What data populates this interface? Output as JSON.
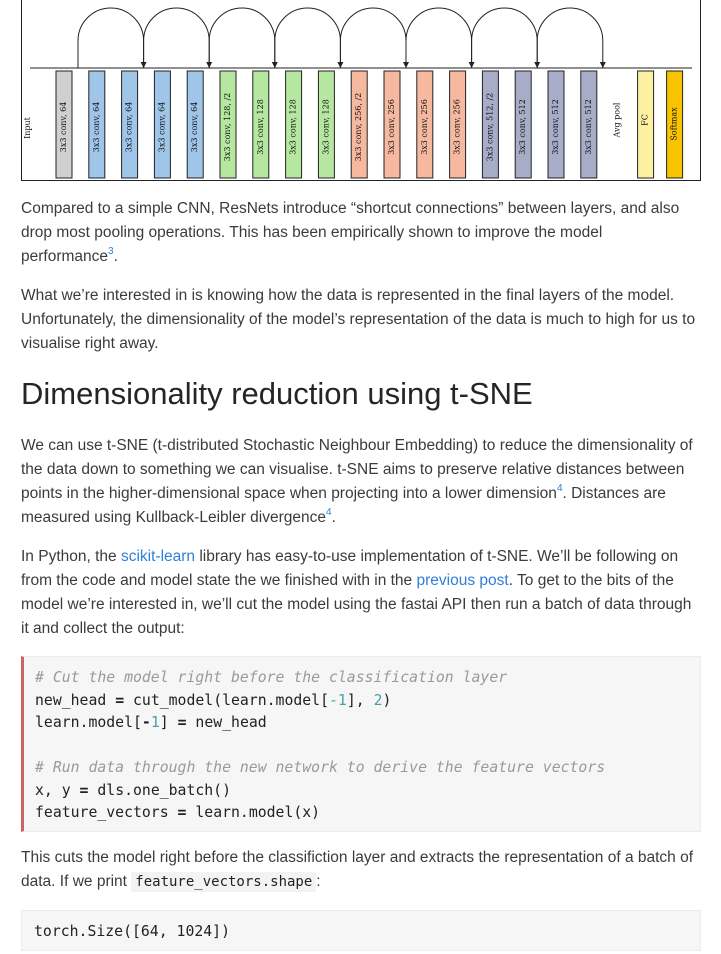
{
  "figure": {
    "input_label": "Input",
    "layers": [
      {
        "label": "3x3 conv, 64",
        "color": "#d0d0d0"
      },
      {
        "label": "3x3 conv, 64",
        "color": "#9fc5e8"
      },
      {
        "label": "3x3 conv, 64",
        "color": "#9fc5e8"
      },
      {
        "label": "3x3 conv, 64",
        "color": "#9fc5e8"
      },
      {
        "label": "3x3 conv, 64",
        "color": "#9fc5e8"
      },
      {
        "label": "3x3 conv, 128, /2",
        "color": "#b6e7a0"
      },
      {
        "label": "3x3 conv, 128",
        "color": "#b6e7a0"
      },
      {
        "label": "3x3 conv, 128",
        "color": "#b6e7a0"
      },
      {
        "label": "3x3 conv, 128",
        "color": "#b6e7a0"
      },
      {
        "label": "3x3 conv, 256, /2",
        "color": "#f6b9a0"
      },
      {
        "label": "3x3 conv, 256",
        "color": "#f6b9a0"
      },
      {
        "label": "3x3 conv, 256",
        "color": "#f6b9a0"
      },
      {
        "label": "3x3 conv, 256",
        "color": "#f6b9a0"
      },
      {
        "label": "3x3 conv, 512, /2",
        "color": "#a7adc8"
      },
      {
        "label": "3x3 conv, 512",
        "color": "#a7adc8"
      },
      {
        "label": "3x3 conv, 512",
        "color": "#a7adc8"
      },
      {
        "label": "3x3 conv, 512",
        "color": "#a7adc8"
      }
    ],
    "avg_pool_label": "Avg pool",
    "fc": {
      "label": "FC",
      "color": "#fcf1a0"
    },
    "softmax": {
      "label": "Softmax",
      "color": "#f8c300"
    }
  },
  "p1": {
    "text_a": "Compared to a simple CNN, ResNets introduce “shortcut connections” between layers, and also drop most pooling operations. This has been empirically shown to improve the model performance",
    "ref": "3",
    "text_b": "."
  },
  "p2": {
    "text": "What we’re interested in is knowing how the data is represented in the final layers of the model. Unfortunately, the dimensionality of the model’s representation of the data is much to high for us to visualise right away."
  },
  "heading": "Dimensionality reduction using t-SNE",
  "p3": {
    "text_a": "We can use t-SNE (t-distributed Stochastic Neighbour Embedding) to reduce the dimensionality of the data down to something we can visualise. t-SNE aims to preserve relative distances between points in the higher-dimensional space when projecting into a lower dimension",
    "ref1": "4",
    "text_b": ". Distances are measured using Kullback-Leibler divergence",
    "ref2": "4",
    "text_c": "."
  },
  "p4": {
    "text_a": "In Python, the ",
    "link1": "scikit-learn",
    "text_b": " library has easy-to-use implementation of t-SNE. We’ll be following on from the code and model state the we finished with in the ",
    "link2": "previous post",
    "text_c": ". To get to the bits of the model we’re interested in, we’ll cut the model using the fastai API then run a batch of data through it and collect the output:"
  },
  "code1": {
    "comment1": "# Cut the model right before the classification layer",
    "l2a": "new_head ",
    "l2op": "=",
    "l2b": " cut_model(learn.model[",
    "l2neg": "-1",
    "l2c": "], ",
    "l2num": "2",
    "l2d": ")",
    "l3a": "learn.model[",
    "l3neg": "-",
    "l3num": "1",
    "l3b": "] ",
    "l3op": "=",
    "l3c": " new_head",
    "comment2": "# Run data through the new network to derive the feature vectors",
    "l6a": "x, y ",
    "l6op": "=",
    "l6b": " dls.one_batch()",
    "l7a": "feature_vectors ",
    "l7op": "=",
    "l7b": " learn.model(x)"
  },
  "p5": {
    "text_a": "This cuts the model right before the classifiction layer and extracts the representation of a batch of data. If we print ",
    "code": "feature_vectors.shape",
    "text_b": ":"
  },
  "code2": {
    "output": "torch.Size([64, 1024])"
  }
}
